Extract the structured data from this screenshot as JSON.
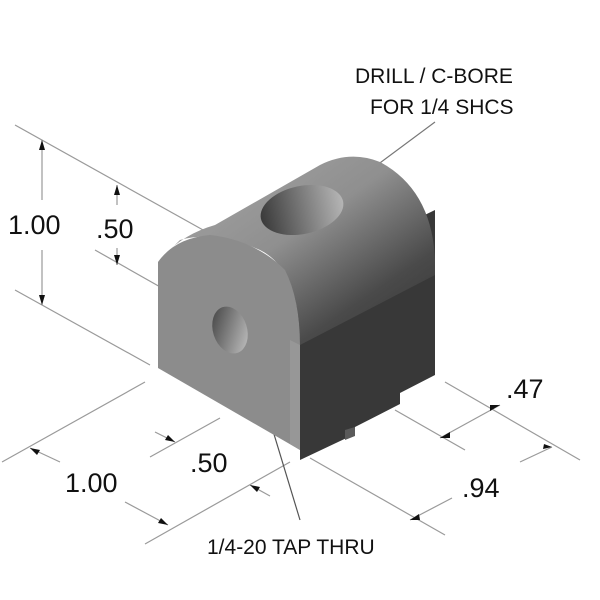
{
  "drawing": {
    "notes": {
      "top_note_line1": "DRILL / C-BORE",
      "top_note_line2": "FOR 1/4 SHCS",
      "bottom_note": "1/4-20 TAP THRU"
    },
    "dimensions": {
      "height_total": "1.00",
      "height_hole": ".50",
      "width_total": "1.00",
      "width_hole": ".50",
      "depth_total": ".94",
      "depth_hole": ".47"
    },
    "colors": {
      "background": "#ffffff",
      "front_face": "#8e8e8e",
      "top_curve": "#9c9c9c",
      "side_face": "#3a3a3a",
      "dimension_line": "#999999",
      "text": "#111111"
    }
  }
}
